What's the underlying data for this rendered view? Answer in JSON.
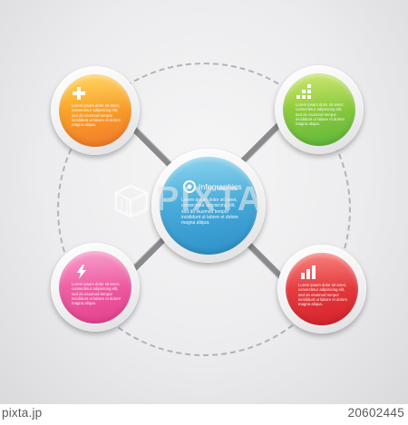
{
  "center": {
    "title": "Infographics",
    "body": "Lorem ipsum dolor sit amet, consectetur adipisicing elit, sed do eiusmod tempor incididunt ut labore et dolore magna aliqua.",
    "color_top": "#5fc3e8",
    "color_bottom": "#2d8fc8",
    "icon": "target-icon"
  },
  "nodes": {
    "top_left": {
      "icon": "plus-icon",
      "body": "Lorem ipsum dolor sit amet, consectetur adipisicing elit, sed do eiusmod tempor incididunt ut labore et dolore magna aliqua.",
      "color_top": "#ffc726",
      "color_bottom": "#f2772a"
    },
    "top_right": {
      "icon": "pixel-stairs-icon",
      "body": "Lorem ipsum dolor sit amet, consectetur adipisicing elit, sed do eiusmod tempor incididunt ut labore et dolore magna aliqua.",
      "color_top": "#b9dd3a",
      "color_bottom": "#5cb63e"
    },
    "bottom_left": {
      "icon": "lightning-icon",
      "body": "Lorem ipsum dolor sit amet, consectetur adipisicing elit, sed do eiusmod tempor incididunt ut labore et dolore magna aliqua.",
      "color_top": "#f77ab8",
      "color_bottom": "#e43f8c"
    },
    "bottom_right": {
      "icon": "bar-chart-icon",
      "body": "Lorem ipsum dolor sit amet, consectetur adipisicing elit, sed do eiusmod tempor incididunt ut labore et dolore magna aliqua.",
      "color_top": "#f5534e",
      "color_bottom": "#d3212b"
    }
  },
  "watermark": {
    "text": "PIXTA"
  },
  "footer": {
    "brand": "pixta.jp",
    "image_id": "20602445"
  }
}
